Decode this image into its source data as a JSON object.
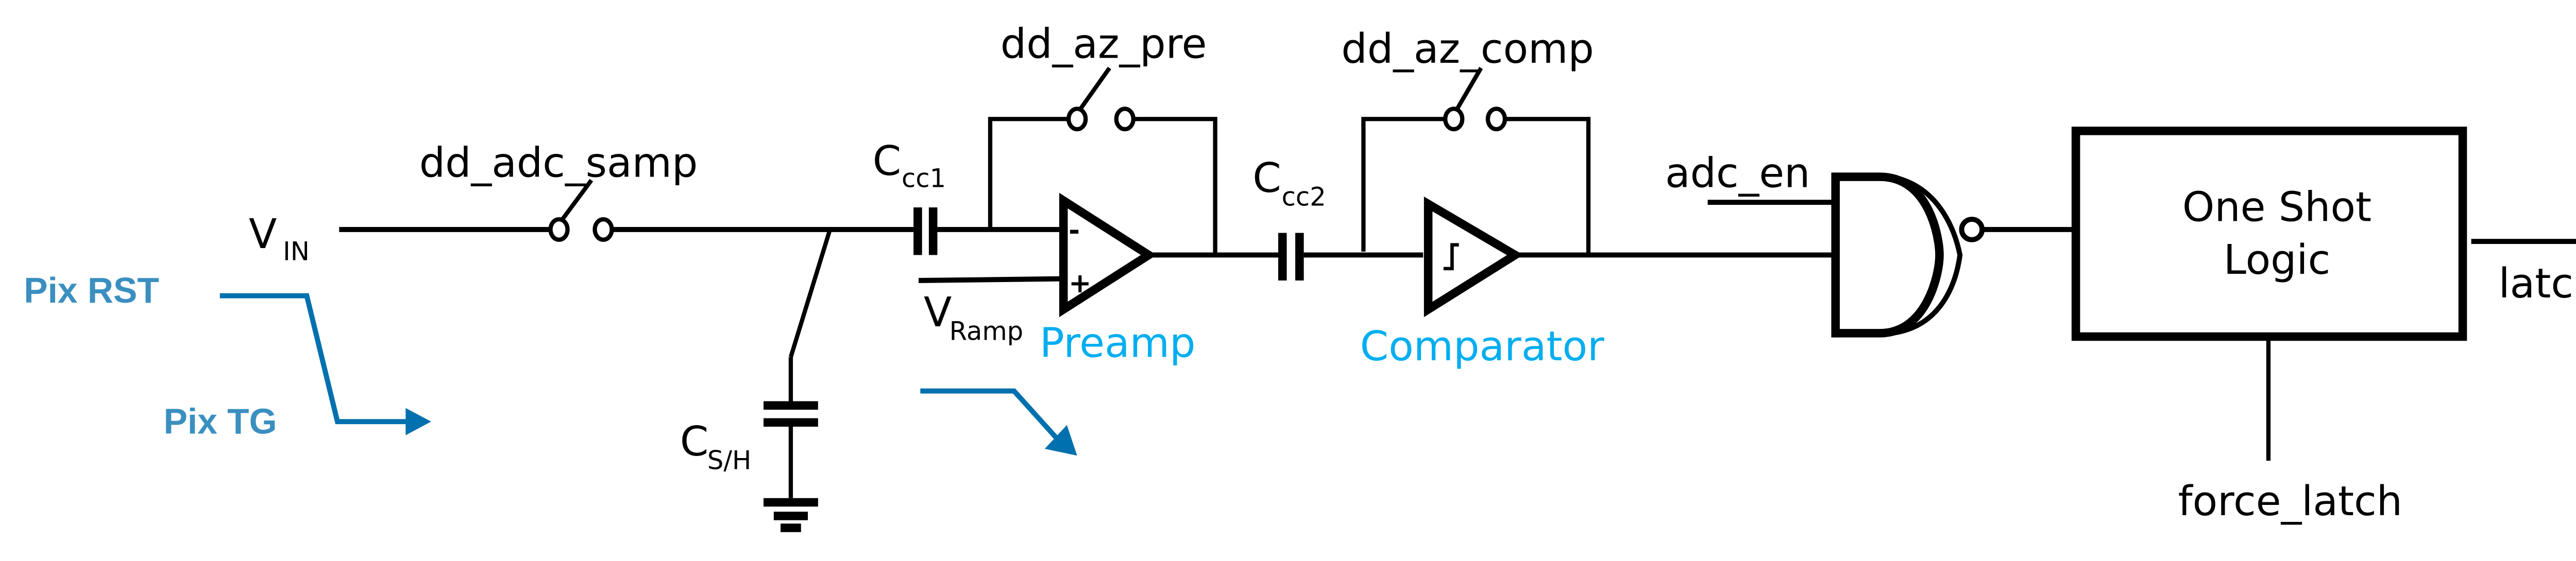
{
  "diagram": {
    "title": "",
    "colors": {
      "wire": "#000000",
      "pixel_signal_text": "#3a8fc0",
      "pixel_signal_arrow": "#0070ae",
      "block_label": "#00aeef"
    },
    "labels": {
      "vin_main": "V",
      "vin_sub": "IN",
      "switch_samp": "dd_adc_samp",
      "switch_az_pre": "dd_az_pre",
      "switch_az_comp": "dd_az_comp",
      "ccc1_main": "C",
      "ccc1_sub": "cc1",
      "ccc2_main": "C",
      "ccc2_sub": "cc2",
      "csh_main": "C",
      "csh_sub": "S/H",
      "vramp_main": "V",
      "vramp_sub": "Ramp",
      "preamp": "Preamp",
      "comparator": "Comparator",
      "adc_en": "adc_en",
      "one_shot_line1": "One Shot",
      "one_shot_line2": "Logic",
      "latch": "latch",
      "force_latch": "force_latch",
      "pix_rst": "Pix RST",
      "pix_tg": "Pix TG",
      "preamp_minus": "-",
      "preamp_plus": "+"
    },
    "components": [
      {
        "type": "switch",
        "name": "dd_adc_samp"
      },
      {
        "type": "capacitor",
        "name": "Ccc1"
      },
      {
        "type": "capacitor",
        "name": "Ccc2"
      },
      {
        "type": "capacitor",
        "name": "CS/H"
      },
      {
        "type": "switch",
        "name": "dd_az_pre"
      },
      {
        "type": "switch",
        "name": "dd_az_comp"
      },
      {
        "type": "amplifier",
        "name": "Preamp"
      },
      {
        "type": "comparator",
        "name": "Comparator"
      },
      {
        "type": "xnor-gate",
        "name": "adc_en gate"
      },
      {
        "type": "block",
        "name": "One Shot Logic"
      },
      {
        "type": "ground",
        "name": "ground"
      }
    ]
  }
}
